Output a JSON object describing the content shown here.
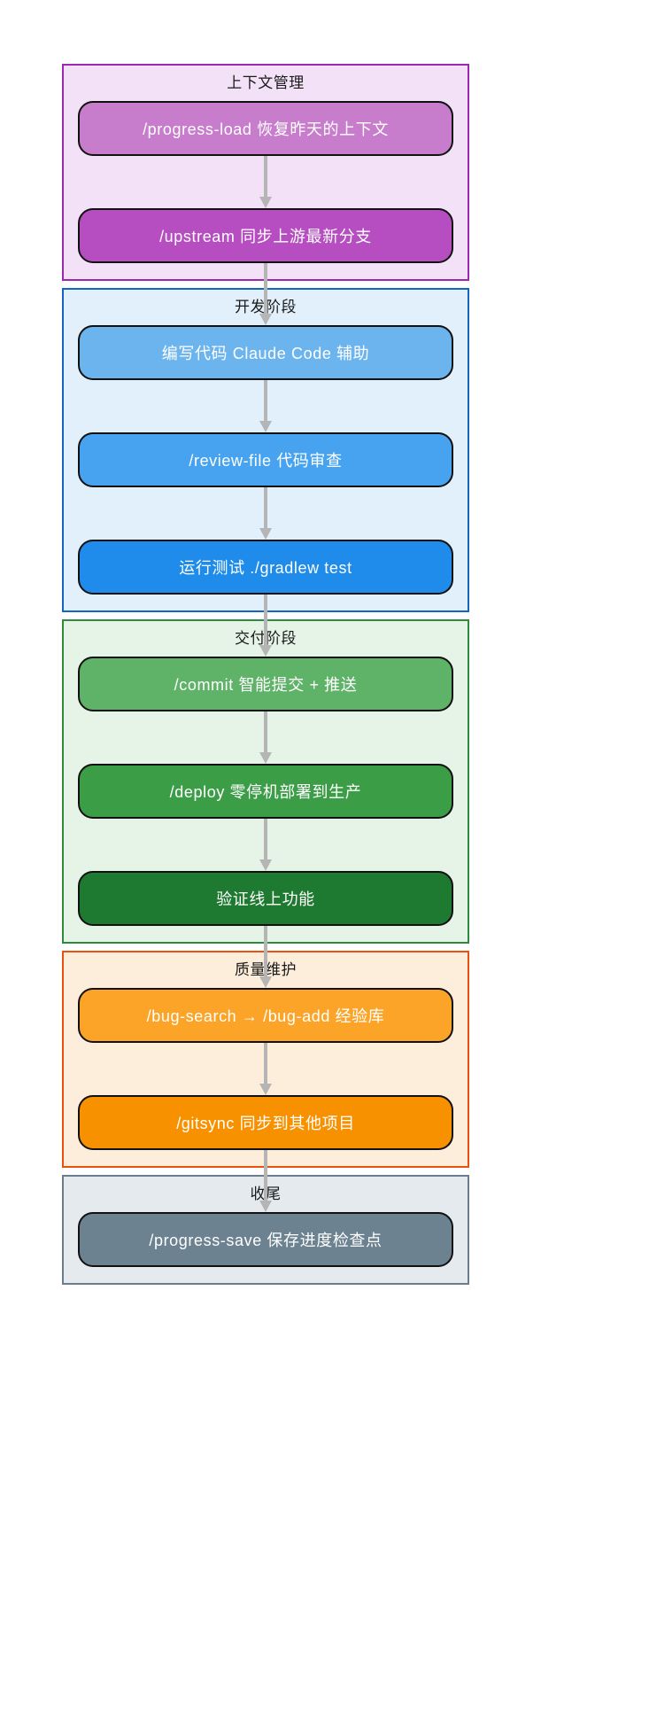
{
  "diagram": {
    "type": "flowchart",
    "orientation": "top-to-bottom",
    "title": "",
    "clusters": [
      {
        "id": "context",
        "title": "上下文管理",
        "border_color": "#9c27b0",
        "fill_color": "#f3e2f7",
        "nodes": [
          {
            "id": "progress-load",
            "label": "/progress-load  恢复昨天的上下文",
            "fill_color": "#c77ccc",
            "text_color": "#ffffff"
          },
          {
            "id": "upstream",
            "label": "/upstream  同步上游最新分支",
            "fill_color": "#b64dc0",
            "text_color": "#ffffff"
          }
        ]
      },
      {
        "id": "develop",
        "title": "开发阶段",
        "border_color": "#1565c0",
        "fill_color": "#e2f0fb",
        "nodes": [
          {
            "id": "write-code",
            "label": "编写代码  Claude Code 辅助",
            "fill_color": "#6cb4ee",
            "text_color": "#ffffff"
          },
          {
            "id": "review-file",
            "label": "/review-file  代码审查",
            "fill_color": "#47a3ef",
            "text_color": "#ffffff"
          },
          {
            "id": "run-test",
            "label": "运行测试  ./gradlew test",
            "fill_color": "#1f8ceb",
            "text_color": "#ffffff"
          }
        ]
      },
      {
        "id": "delivery",
        "title": "交付阶段",
        "border_color": "#2e8b3d",
        "fill_color": "#e6f3e7",
        "nodes": [
          {
            "id": "commit",
            "label": "/commit  智能提交 + 推送",
            "fill_color": "#5fb368",
            "text_color": "#ffffff"
          },
          {
            "id": "deploy",
            "label": "/deploy  零停机部署到生产",
            "fill_color": "#3c9d47",
            "text_color": "#ffffff"
          },
          {
            "id": "verify",
            "label": "验证线上功能",
            "fill_color": "#1f7a31",
            "text_color": "#ffffff"
          }
        ]
      },
      {
        "id": "quality",
        "title": "质量维护",
        "border_color": "#e8520e",
        "fill_color": "#fdeedc",
        "nodes": [
          {
            "id": "bug-search-add",
            "label": "/bug-search → /bug-add  经验库",
            "fill_color": "#fba428",
            "text_color": "#ffffff"
          },
          {
            "id": "gitsync",
            "label": "/gitsync  同步到其他项目",
            "fill_color": "#f79100",
            "text_color": "#ffffff"
          }
        ]
      },
      {
        "id": "wrapup",
        "title": "收尾",
        "border_color": "#6b7c8c",
        "fill_color": "#e4eaee",
        "nodes": [
          {
            "id": "progress-save",
            "label": "/progress-save  保存进度检查点",
            "fill_color": "#6d8291",
            "text_color": "#ffffff"
          }
        ]
      }
    ],
    "edges": [
      {
        "from": "progress-load",
        "to": "upstream"
      },
      {
        "from": "upstream",
        "to": "write-code"
      },
      {
        "from": "write-code",
        "to": "review-file"
      },
      {
        "from": "review-file",
        "to": "run-test"
      },
      {
        "from": "run-test",
        "to": "commit"
      },
      {
        "from": "commit",
        "to": "deploy"
      },
      {
        "from": "deploy",
        "to": "verify"
      },
      {
        "from": "verify",
        "to": "bug-search-add"
      },
      {
        "from": "bug-search-add",
        "to": "gitsync"
      },
      {
        "from": "gitsync",
        "to": "progress-save"
      }
    ],
    "edge_color": "#b5b5b5",
    "background_color": "#ffffff"
  }
}
